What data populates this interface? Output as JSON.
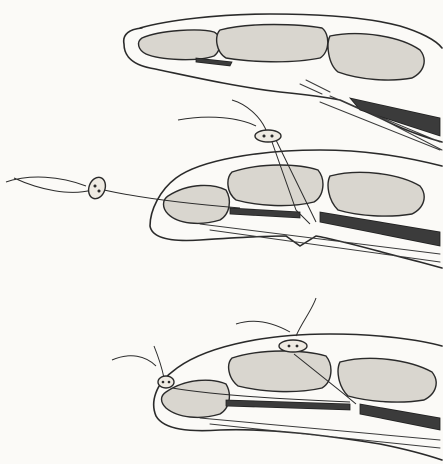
{
  "figure": {
    "panels": [
      {
        "id": "top"
      },
      {
        "id": "middle"
      },
      {
        "id": "bottom"
      }
    ]
  }
}
